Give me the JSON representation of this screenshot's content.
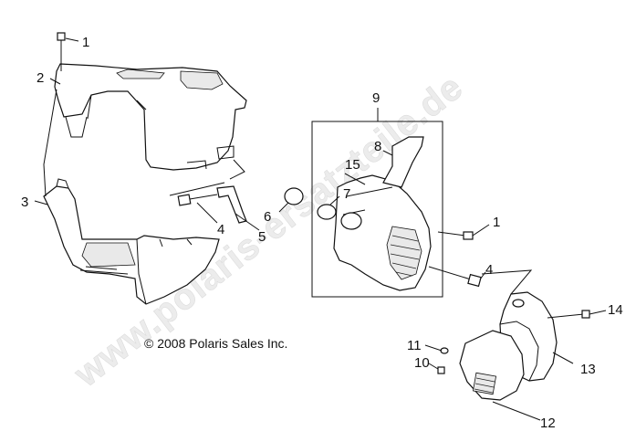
{
  "watermark": "www.polaris-ersatzteile.de",
  "copyright": "© 2008 Polaris Sales Inc.",
  "callouts": [
    {
      "id": "c1a",
      "text": "1"
    },
    {
      "id": "c2",
      "text": "2"
    },
    {
      "id": "c3",
      "text": "3"
    },
    {
      "id": "c4a",
      "text": "4"
    },
    {
      "id": "c5",
      "text": "5"
    },
    {
      "id": "c6",
      "text": "6"
    },
    {
      "id": "c7",
      "text": "7"
    },
    {
      "id": "c8",
      "text": "8"
    },
    {
      "id": "c9",
      "text": "9"
    },
    {
      "id": "c15",
      "text": "15"
    },
    {
      "id": "c1b",
      "text": "1"
    },
    {
      "id": "c4b",
      "text": "4"
    },
    {
      "id": "c14",
      "text": "14"
    },
    {
      "id": "c11",
      "text": "11"
    },
    {
      "id": "c10",
      "text": "10"
    },
    {
      "id": "c13",
      "text": "13"
    },
    {
      "id": "c12",
      "text": "12"
    }
  ]
}
